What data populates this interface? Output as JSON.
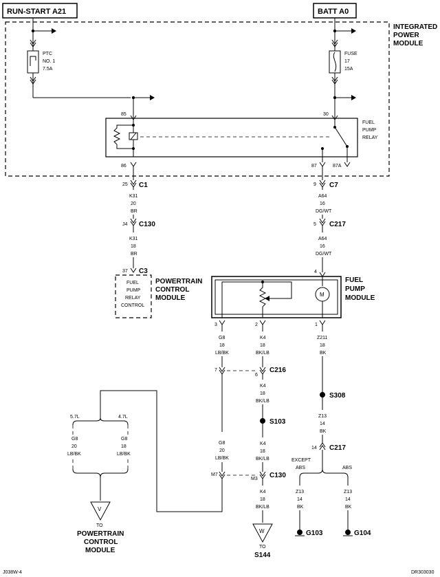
{
  "header": {
    "run_start": "RUN-START A21",
    "batt": "BATT A0"
  },
  "ipm": {
    "line1": "INTEGRATED",
    "line2": "POWER",
    "line3": "MODULE"
  },
  "ptc": {
    "line1": "PTC",
    "line2": "NO. 1",
    "line3": "7.5A"
  },
  "fuse": {
    "line1": "FUSE",
    "line2": "17",
    "line3": "15A"
  },
  "relay": {
    "line1": "FUEL",
    "line2": "PUMP",
    "line3": "RELAY",
    "pin85": "85",
    "pin86": "86",
    "pin30": "30",
    "pin87": "87",
    "pin87a": "87A"
  },
  "c1": {
    "pin": "25",
    "name": "C1"
  },
  "c7": {
    "pin": "9",
    "name": "C7"
  },
  "k31_a": {
    "code": "K31",
    "gauge": "20",
    "color": "BR"
  },
  "c130_top": {
    "pin": "J4",
    "name": "C130"
  },
  "k31_b": {
    "code": "K31",
    "gauge": "18",
    "color": "BR"
  },
  "c3": {
    "pin": "37",
    "name": "C3"
  },
  "pcm_box": {
    "line1": "FUEL",
    "line2": "PUMP",
    "line3": "RELAY",
    "line4": "CONTROL"
  },
  "pcm_label": {
    "line1": "POWERTRAIN",
    "line2": "CONTROL",
    "line3": "MODULE"
  },
  "a64_a": {
    "code": "A64",
    "gauge": "16",
    "color": "DG/WT"
  },
  "c217_top": {
    "pin": "5",
    "name": "C217"
  },
  "a64_b": {
    "code": "A64",
    "gauge": "16",
    "color": "DG/WT"
  },
  "fpm_pin4": "4",
  "fpm_label": {
    "line1": "FUEL",
    "line2": "PUMP",
    "line3": "MODULE"
  },
  "motor_symbol": "M",
  "fpm_pins": {
    "p3": "3",
    "p2": "2",
    "p1": "1"
  },
  "g8_a": {
    "code": "G8",
    "gauge": "18",
    "color": "LB/BK"
  },
  "k4_a": {
    "code": "K4",
    "gauge": "18",
    "color": "BK/LB"
  },
  "z211": {
    "code": "Z211",
    "gauge": "18",
    "color": "BK"
  },
  "c216": {
    "pin_left": "7",
    "pin_right": "6",
    "name": "C216"
  },
  "k4_b": {
    "code": "K4",
    "gauge": "18",
    "color": "BK/LB"
  },
  "s308": "S308",
  "s103": "S103",
  "z13_a": {
    "code": "Z13",
    "gauge": "14",
    "color": "BK"
  },
  "c217_bottom": {
    "pin": "14",
    "name": "C217"
  },
  "k4_c": {
    "code": "K4",
    "gauge": "18",
    "color": "BK/LB"
  },
  "g8_b": {
    "code": "G8",
    "gauge": "20",
    "color": "LB/BK"
  },
  "engine": {
    "left": "5.7L",
    "right": "4.7L"
  },
  "g8_57": {
    "code": "G8",
    "gauge": "20",
    "color": "LB/BK"
  },
  "g8_47": {
    "code": "G8",
    "gauge": "18",
    "color": "LB/BK"
  },
  "c130_bottom": {
    "pin_left": "M7",
    "pin_right": "M3",
    "name": "C130"
  },
  "except_abs": {
    "line1": "EXCEPT",
    "line2": "ABS"
  },
  "abs": "ABS",
  "k4_d": {
    "code": "K4",
    "gauge": "18",
    "color": "BK/LB"
  },
  "z13_b": {
    "code": "Z13",
    "gauge": "14",
    "color": "BK"
  },
  "z13_c": {
    "code": "Z13",
    "gauge": "14",
    "color": "BK"
  },
  "v_term": "V",
  "w_term": "W",
  "to_pcm": {
    "to": "TO",
    "line1": "POWERTRAIN",
    "line2": "CONTROL",
    "line3": "MODULE"
  },
  "to_s144": {
    "to": "TO",
    "name": "S144"
  },
  "g103": "G103",
  "g104": "G104",
  "footer": {
    "left": "J038W-4",
    "right": "DR303030"
  }
}
